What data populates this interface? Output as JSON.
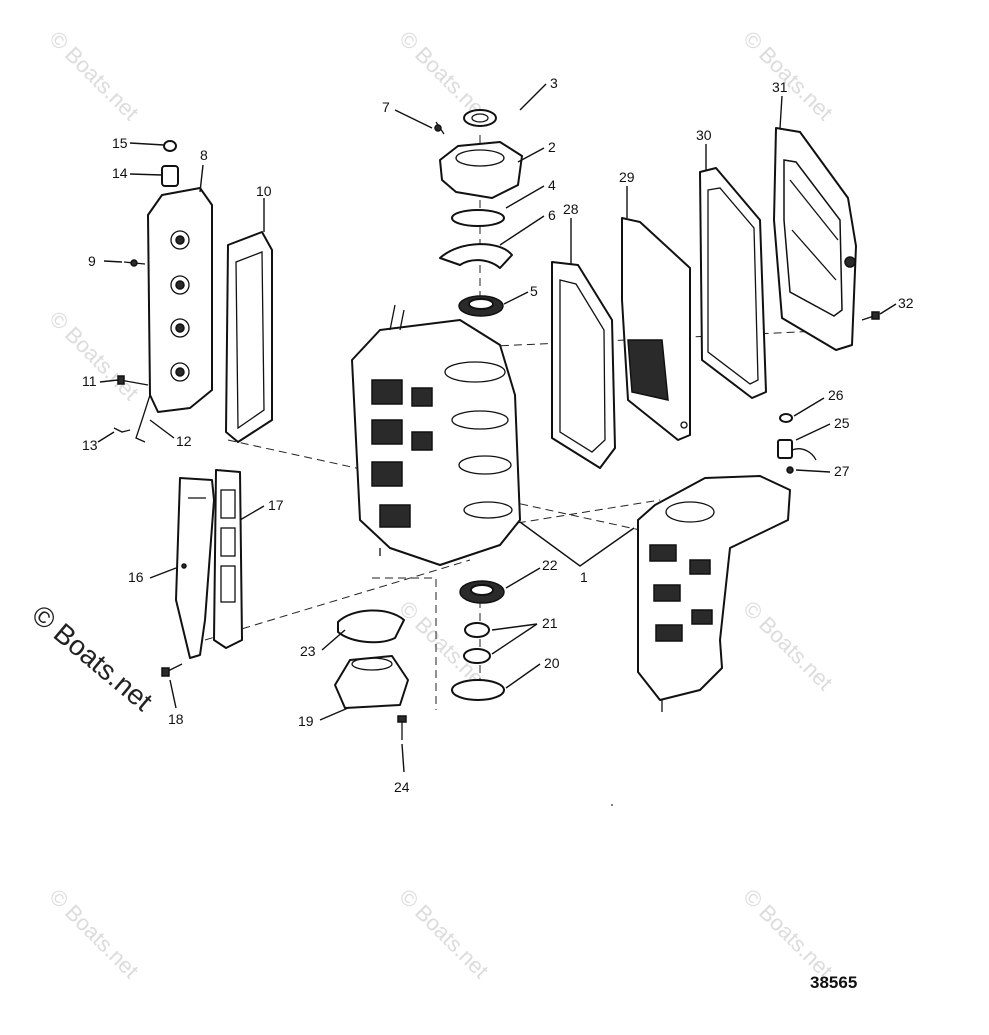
{
  "watermarks": {
    "small": "© Boats.net",
    "large": "© Boats.net"
  },
  "diagram_id": "38565",
  "callouts": {
    "c1": "1",
    "c2": "2",
    "c3": "3",
    "c4": "4",
    "c5": "5",
    "c6": "6",
    "c7": "7",
    "c8": "8",
    "c9": "9",
    "c10": "10",
    "c11": "11",
    "c12": "12",
    "c13": "13",
    "c14": "14",
    "c15": "15",
    "c16": "16",
    "c17": "17",
    "c18": "18",
    "c19": "19",
    "c20": "20",
    "c21": "21",
    "c22": "22",
    "c23": "23",
    "c24": "24",
    "c25": "25",
    "c26": "26",
    "c27": "27",
    "c28": "28",
    "c29": "29",
    "c30": "30",
    "c31": "31",
    "c32": "32"
  }
}
